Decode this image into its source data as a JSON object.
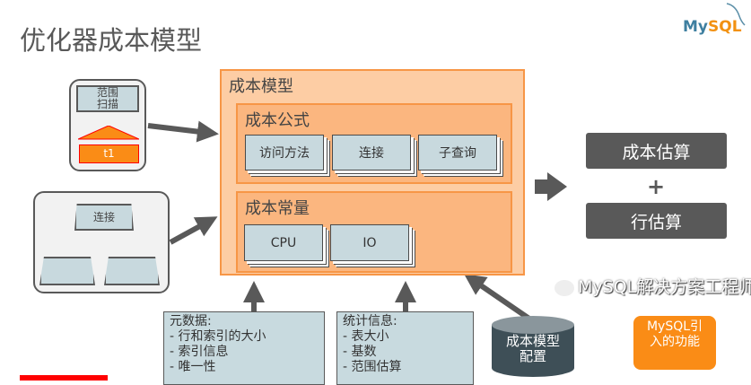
{
  "title": "优化器成本模型",
  "logo": "MySQL",
  "range_scan": {
    "label": "范围扫描",
    "table": "t1"
  },
  "join_plan": {
    "label": "连接"
  },
  "cost_model": {
    "title": "成本模型",
    "formula": {
      "title": "成本公式",
      "items": [
        "访问方法",
        "连接",
        "子查询"
      ]
    },
    "constants": {
      "title": "成本常量",
      "items": [
        "CPU",
        "IO"
      ]
    }
  },
  "outputs": {
    "cost_estimate": "成本估算",
    "plus": "+",
    "row_estimate": "行估算"
  },
  "metadata": {
    "title": "元数据:",
    "items": [
      "-  行和索引的大小",
      "-  索引信息",
      "-  唯一性"
    ]
  },
  "statistics": {
    "title": "统计信息:",
    "items": [
      "-  表大小",
      "-  基数",
      "-  范围估算"
    ]
  },
  "config": {
    "label": "成本模型配置"
  },
  "new_feature": {
    "label": "MySQL引入的功能"
  },
  "watermark": "MySQL解决方案工程师",
  "colors": {
    "orange": "#fa8c16",
    "dark": "#595959",
    "accent_red": "#ff0000"
  }
}
